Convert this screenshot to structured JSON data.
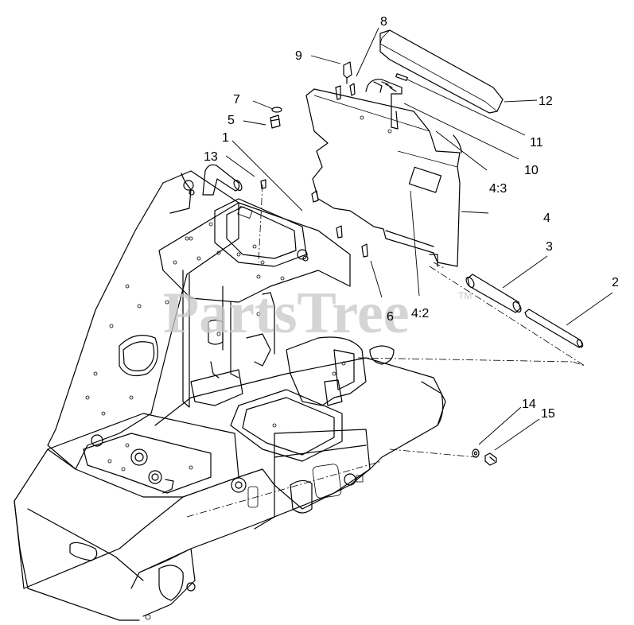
{
  "watermark": {
    "text": "PartsTree",
    "trademark": "TM"
  },
  "callouts": {
    "c1": "1",
    "c2": "2",
    "c3": "3",
    "c4": "4",
    "c4_2": "4:2",
    "c4_3": "4:3",
    "c5": "5",
    "c6": "6",
    "c7": "7",
    "c8": "8",
    "c9": "9",
    "c10": "10",
    "c11": "11",
    "c12": "12",
    "c13": "13",
    "c14": "14",
    "c15": "15"
  }
}
